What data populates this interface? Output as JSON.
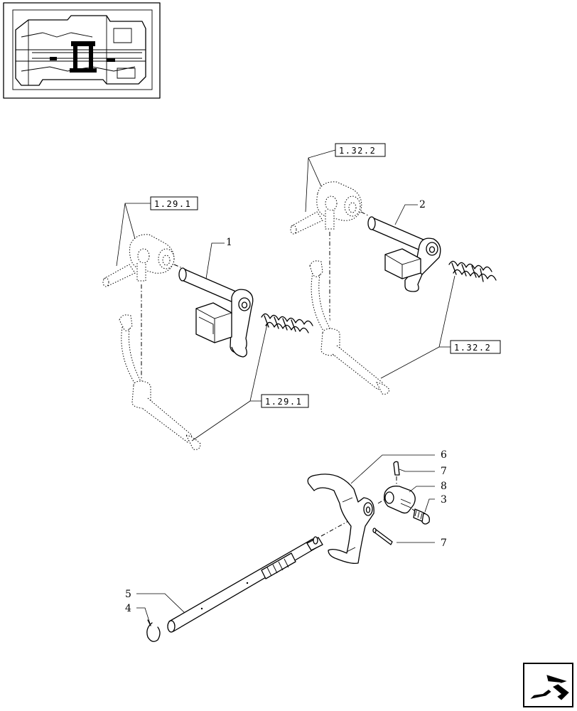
{
  "callouts": {
    "c1": "1",
    "c2": "2",
    "c3": "3",
    "c4": "4",
    "c5": "5",
    "c6": "6",
    "c7a": "7",
    "c7b": "7",
    "c8": "8"
  },
  "refs": {
    "r1": "1.29.1",
    "r2": "1.29.1",
    "r3": "1.32.2",
    "r4": "1.32.2"
  },
  "icons": {
    "thumbnail": "transmission-location-thumbnail",
    "nav": "next-page-arrow-icon"
  }
}
